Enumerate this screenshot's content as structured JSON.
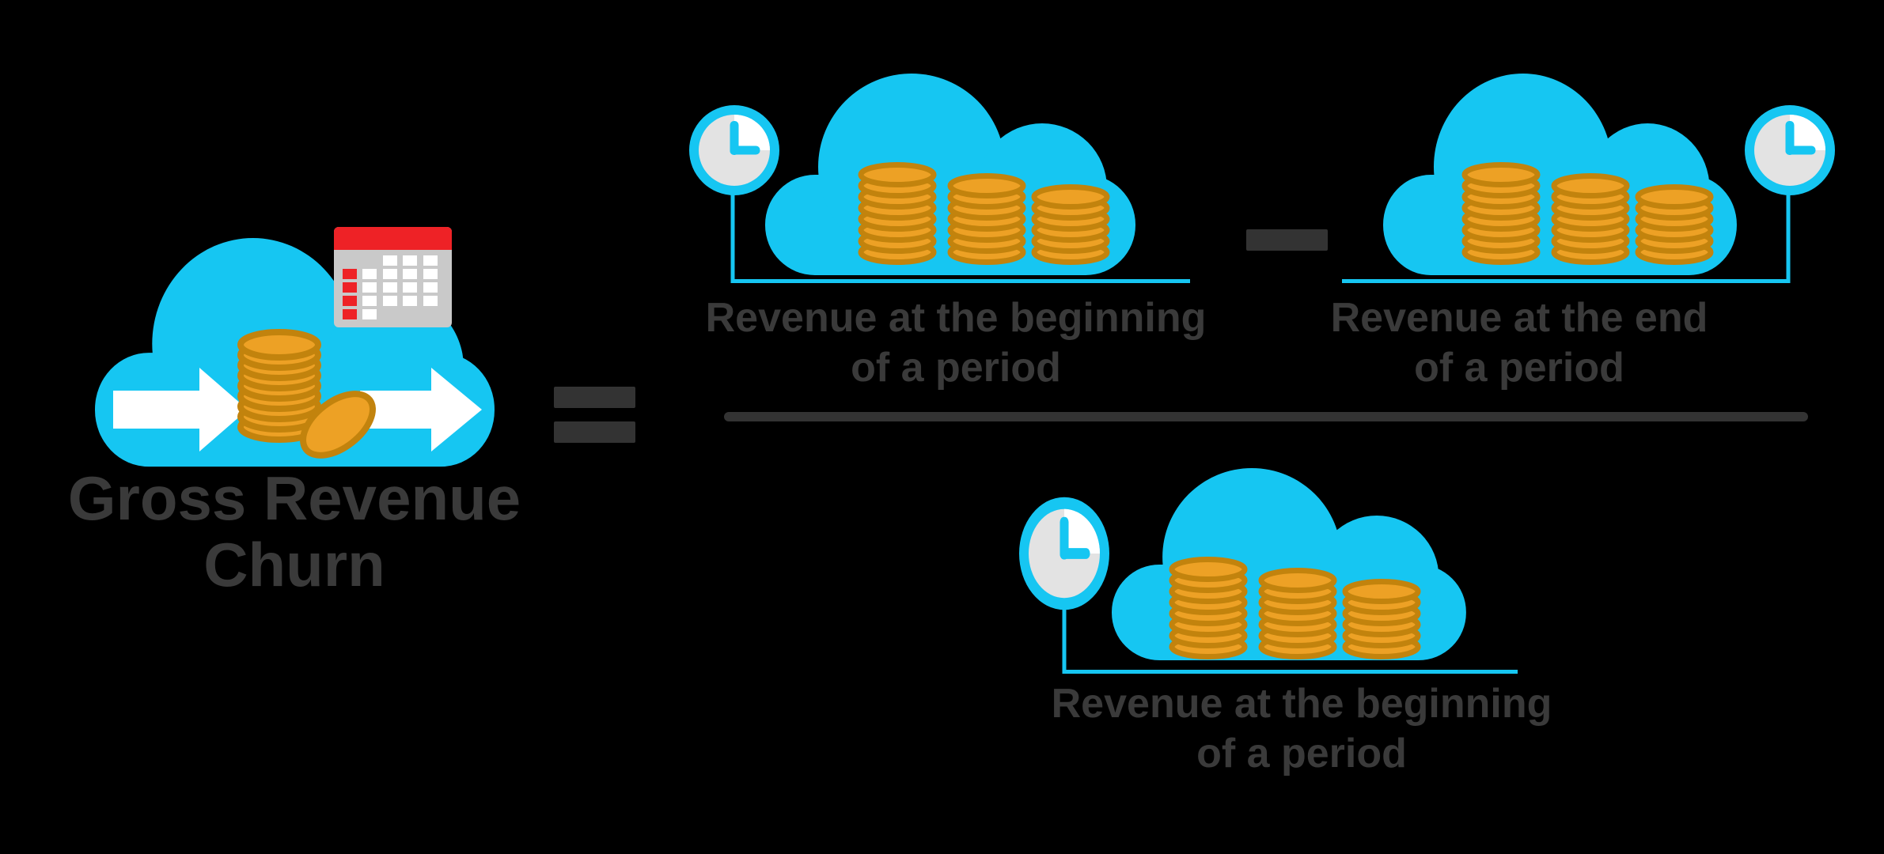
{
  "colors": {
    "background": "#000000",
    "cyan": "#16c6f2",
    "coin_fill": "#eda125",
    "coin_stroke": "#c2830d",
    "text": "#3a3a3a",
    "operator": "#333333",
    "calendar_red": "#ee2226",
    "calendar_gray": "#c9c9c9",
    "clock_face": "#e3e3e3",
    "white": "#ffffff"
  },
  "formula": {
    "result": {
      "label_line1": "Gross Revenue",
      "label_line2": "Churn"
    },
    "operators": {
      "equals": "=",
      "minus": "−"
    },
    "numerator_left": {
      "label_line1": "Revenue at the beginning",
      "label_line2": "of a period"
    },
    "numerator_right": {
      "label_line1": "Revenue at the end",
      "label_line2": "of a period"
    },
    "denominator": {
      "label_line1": "Revenue at the beginning",
      "label_line2": "of a period"
    }
  }
}
